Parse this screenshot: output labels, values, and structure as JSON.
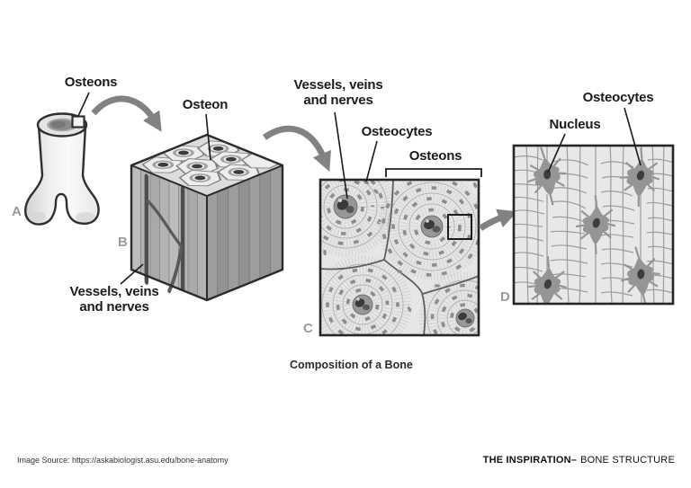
{
  "panel_a": {
    "letter": "A",
    "osteons_label": "Osteons"
  },
  "panel_b": {
    "letter": "B",
    "osteon_label": "Osteon",
    "vessels_label": "Vessels, veins\nand nerves"
  },
  "panel_c": {
    "letter": "C",
    "vessels_label": "Vessels, veins\nand nerves",
    "osteocytes_label": "Osteocytes",
    "osteons_label": "Osteons",
    "caption": "Composition of a Bone"
  },
  "panel_d": {
    "letter": "D",
    "nucleus_label": "Nucleus",
    "osteocytes_label": "Osteocytes"
  },
  "footer": {
    "source": "Image Source: https://askabiologist.asu.edu/bone-anatomy",
    "brand_bold": "THE INSPIRATION–",
    "brand_rest": "BONE STRUCTURE"
  },
  "colors": {
    "background": "#ffffff",
    "ink": "#1b1b1b",
    "arrow_gray": "#828282",
    "panel_letter_gray": "#9b9b9b",
    "diagram_light_gray": "#e6e6e6"
  }
}
